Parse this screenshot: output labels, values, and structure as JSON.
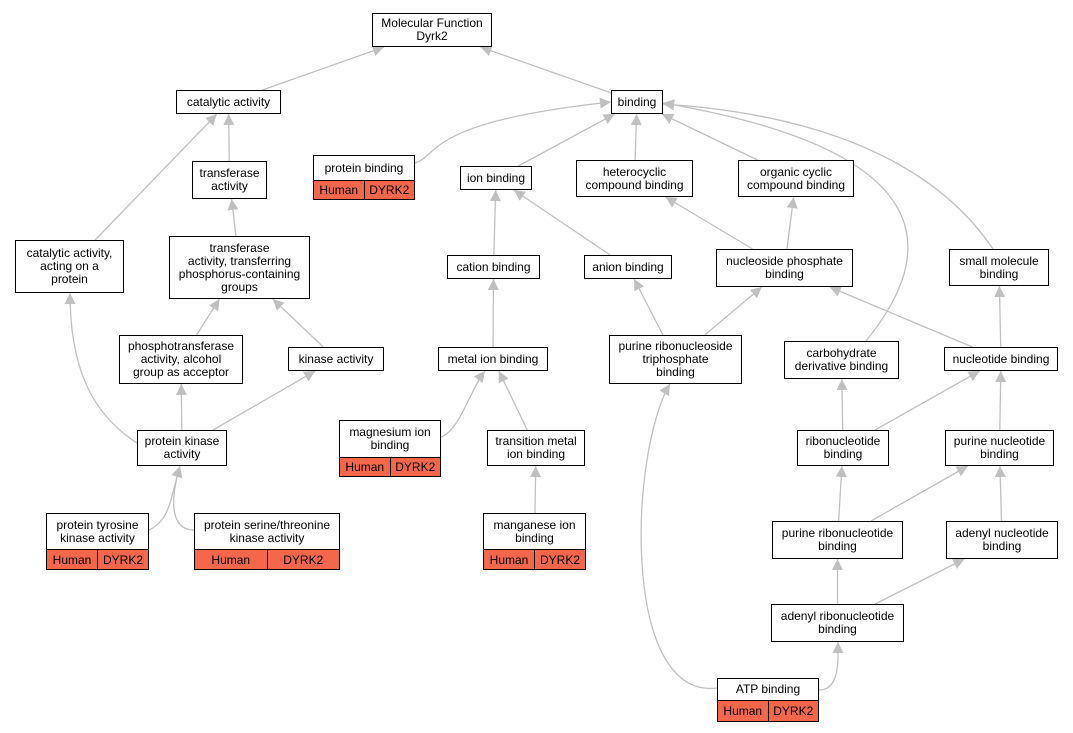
{
  "colors": {
    "annotation_fill": "#f4674b",
    "edge": "#c0c0c0",
    "border": "#000000"
  },
  "nodes": {
    "mf": {
      "label": "Molecular Function\nDyrk2"
    },
    "catalytic": {
      "label": "catalytic activity"
    },
    "binding": {
      "label": "binding"
    },
    "protein_binding": {
      "label": "protein binding",
      "species": "Human",
      "gene": "DYRK2"
    },
    "transferase": {
      "label": "transferase\nactivity"
    },
    "ion_binding": {
      "label": "ion binding"
    },
    "heterocyclic": {
      "label": "heterocyclic\ncompound binding"
    },
    "organic_cyclic": {
      "label": "organic cyclic\ncompound binding"
    },
    "cat_protein": {
      "label": "catalytic activity,\nacting on a\nprotein"
    },
    "transferase_p": {
      "label": "transferase\nactivity, transferring\nphosphorus-containing\ngroups"
    },
    "cation_binding": {
      "label": "cation binding"
    },
    "anion_binding": {
      "label": "anion binding"
    },
    "nucleoside_phosphate": {
      "label": "nucleoside phosphate\nbinding"
    },
    "small_molecule": {
      "label": "small molecule\nbinding"
    },
    "phosphotransferase": {
      "label": "phosphotransferase\nactivity, alcohol\ngroup as acceptor"
    },
    "kinase": {
      "label": "kinase activity"
    },
    "metal_ion": {
      "label": "metal ion binding"
    },
    "purine_ribo_tp": {
      "label": "purine ribonucleoside\ntriphosphate\nbinding"
    },
    "carbohydrate": {
      "label": "carbohydrate\nderivative binding"
    },
    "nucleotide": {
      "label": "nucleotide binding"
    },
    "protein_kinase": {
      "label": "protein kinase\nactivity"
    },
    "magnesium": {
      "label": "magnesium ion\nbinding",
      "species": "Human",
      "gene": "DYRK2"
    },
    "transition_metal": {
      "label": "transition metal\nion binding"
    },
    "ribonucleotide": {
      "label": "ribonucleotide\nbinding"
    },
    "purine_nucleotide": {
      "label": "purine nucleotide\nbinding"
    },
    "tyrosine": {
      "label": "protein tyrosine\nkinase activity",
      "species": "Human",
      "gene": "DYRK2"
    },
    "serthr": {
      "label": "protein serine/threonine\nkinase activity",
      "species": "Human",
      "gene": "DYRK2"
    },
    "manganese": {
      "label": "manganese ion\nbinding",
      "species": "Human",
      "gene": "DYRK2"
    },
    "purine_ribonucleotide": {
      "label": "purine ribonucleotide\nbinding"
    },
    "adenyl_nucleotide": {
      "label": "adenyl nucleotide\nbinding"
    },
    "adenyl_ribonucleotide": {
      "label": "adenyl ribonucleotide\nbinding"
    },
    "atp": {
      "label": "ATP binding",
      "species": "Human",
      "gene": "DYRK2"
    }
  },
  "edges": [
    [
      "catalytic",
      "mf"
    ],
    [
      "binding",
      "mf"
    ],
    [
      "transferase",
      "catalytic"
    ],
    [
      "cat_protein",
      "catalytic"
    ],
    [
      "protein_binding",
      "binding"
    ],
    [
      "ion_binding",
      "binding"
    ],
    [
      "heterocyclic",
      "binding"
    ],
    [
      "organic_cyclic",
      "binding"
    ],
    [
      "small_molecule",
      "binding"
    ],
    [
      "carbohydrate",
      "binding"
    ],
    [
      "transferase_p",
      "transferase"
    ],
    [
      "phosphotransferase",
      "transferase_p"
    ],
    [
      "kinase",
      "transferase_p"
    ],
    [
      "protein_kinase",
      "phosphotransferase"
    ],
    [
      "protein_kinase",
      "kinase"
    ],
    [
      "protein_kinase",
      "cat_protein"
    ],
    [
      "tyrosine",
      "protein_kinase"
    ],
    [
      "serthr",
      "protein_kinase"
    ],
    [
      "cation_binding",
      "ion_binding"
    ],
    [
      "anion_binding",
      "ion_binding"
    ],
    [
      "metal_ion",
      "cation_binding"
    ],
    [
      "magnesium",
      "metal_ion"
    ],
    [
      "transition_metal",
      "metal_ion"
    ],
    [
      "manganese",
      "transition_metal"
    ],
    [
      "nucleoside_phosphate",
      "heterocyclic"
    ],
    [
      "nucleoside_phosphate",
      "organic_cyclic"
    ],
    [
      "purine_ribo_tp",
      "anion_binding"
    ],
    [
      "purine_ribo_tp",
      "nucleoside_phosphate"
    ],
    [
      "nucleotide",
      "nucleoside_phosphate"
    ],
    [
      "nucleotide",
      "small_molecule"
    ],
    [
      "ribonucleotide",
      "carbohydrate"
    ],
    [
      "ribonucleotide",
      "nucleotide"
    ],
    [
      "purine_nucleotide",
      "nucleotide"
    ],
    [
      "purine_ribonucleotide",
      "ribonucleotide"
    ],
    [
      "purine_ribonucleotide",
      "purine_nucleotide"
    ],
    [
      "adenyl_nucleotide",
      "purine_nucleotide"
    ],
    [
      "adenyl_ribonucleotide",
      "purine_ribonucleotide"
    ],
    [
      "adenyl_ribonucleotide",
      "adenyl_nucleotide"
    ],
    [
      "atp",
      "purine_ribo_tp"
    ],
    [
      "atp",
      "adenyl_ribonucleotide"
    ]
  ]
}
